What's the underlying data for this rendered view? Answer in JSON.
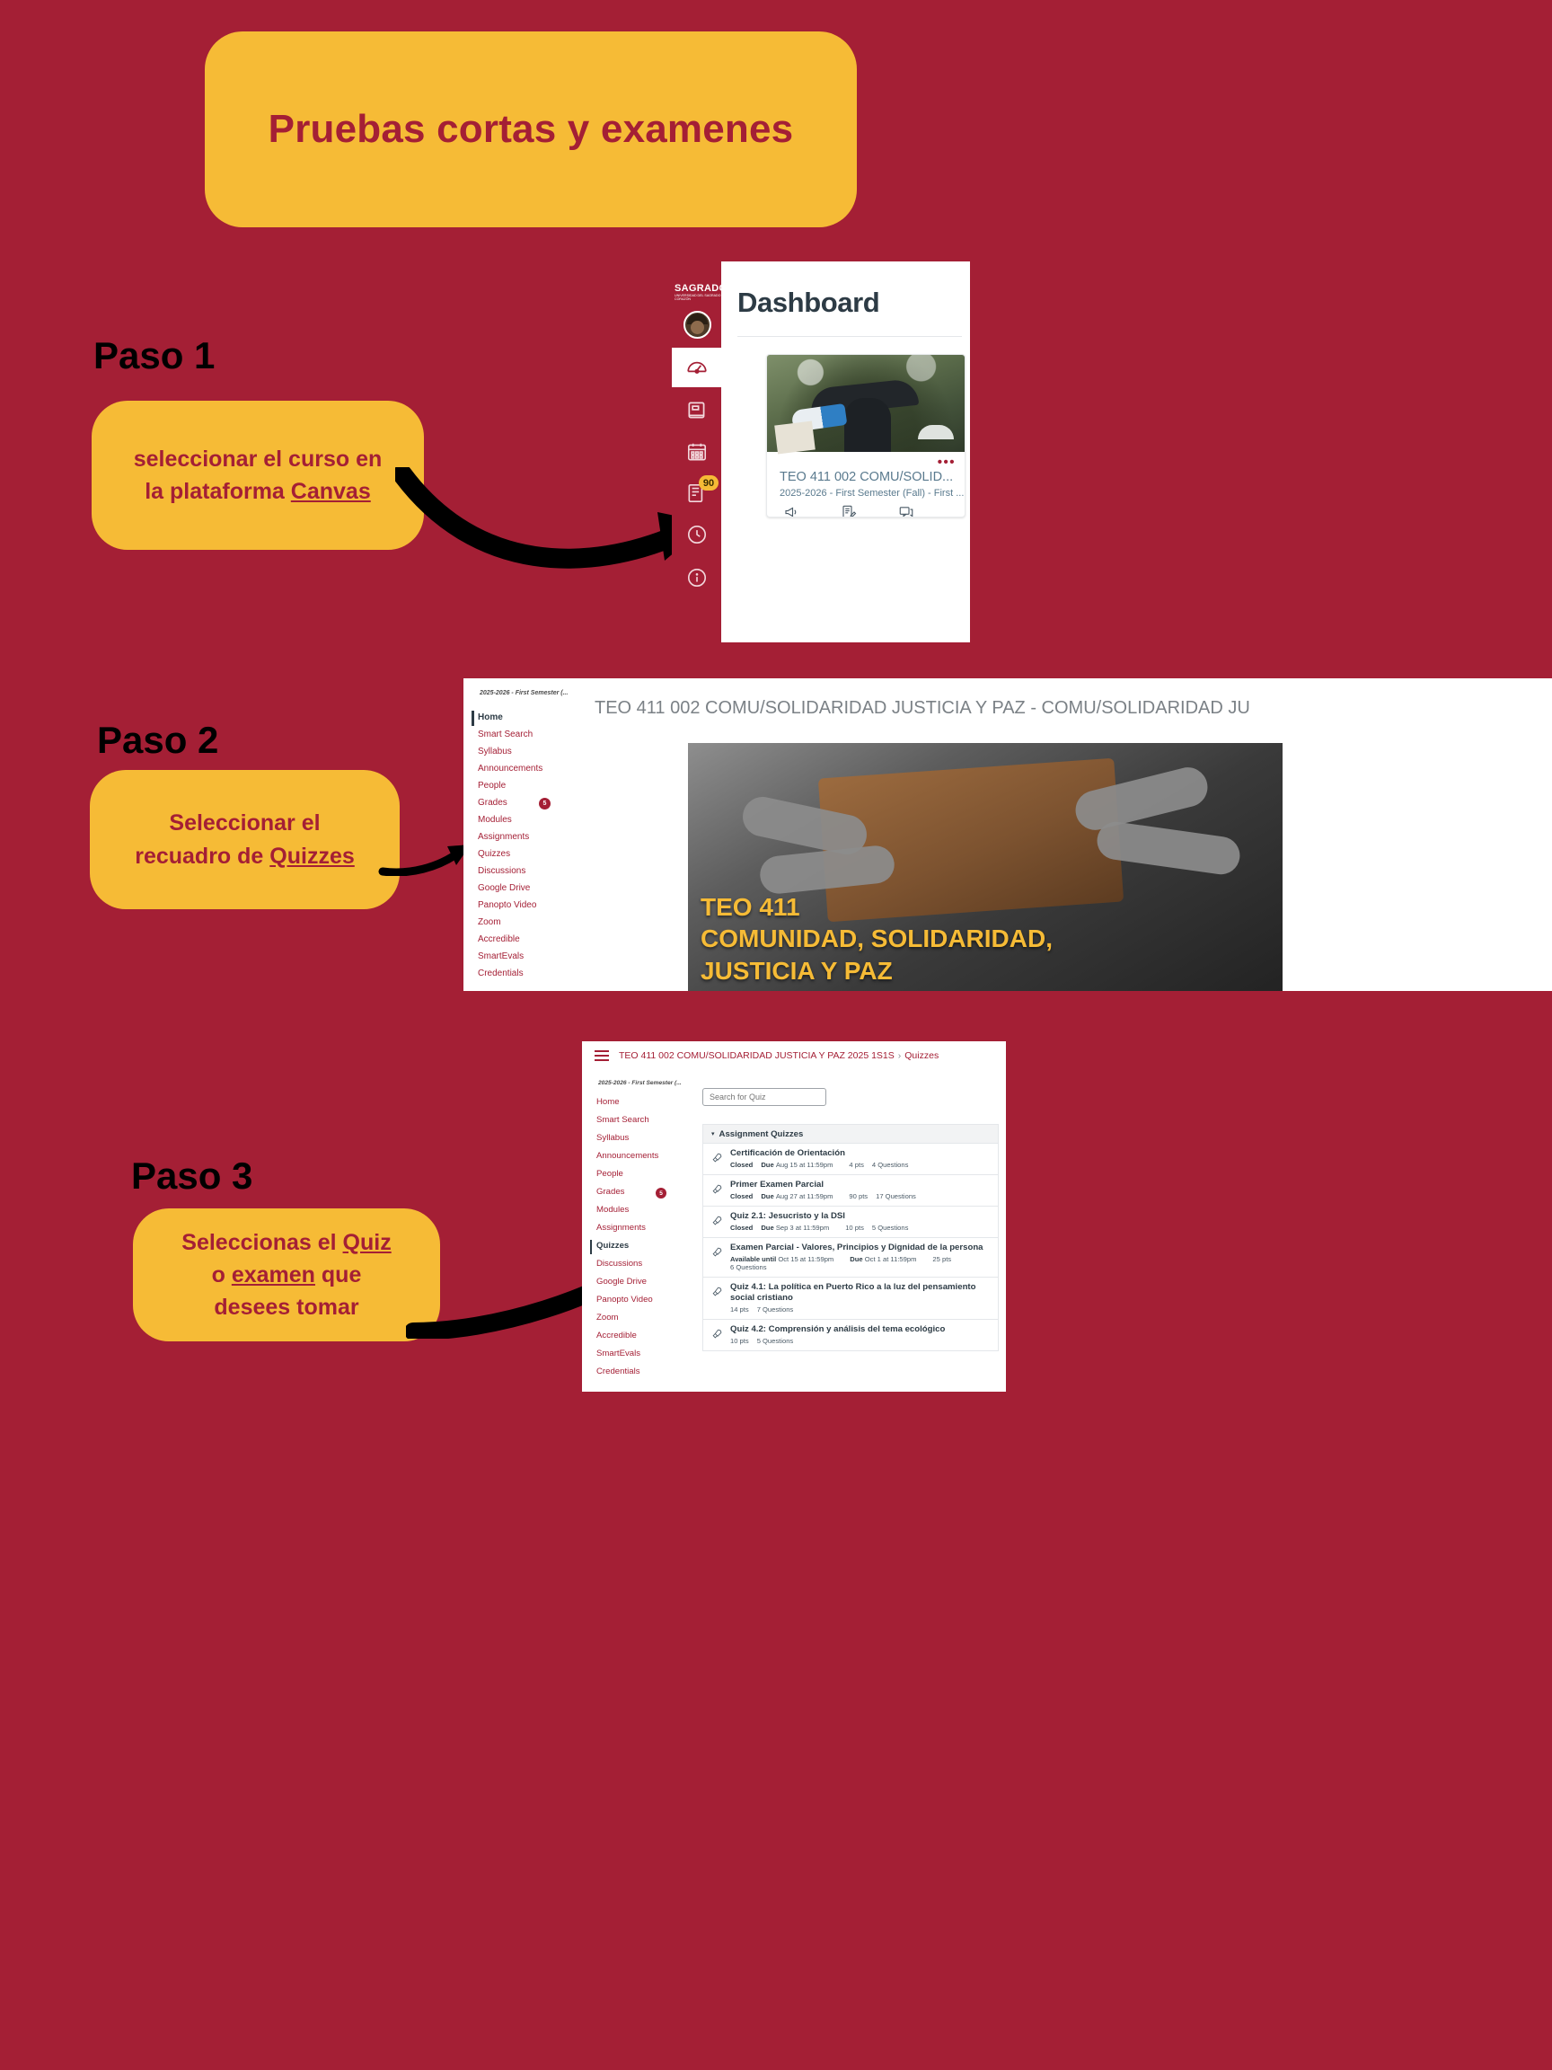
{
  "page": {
    "title": "Pruebas cortas y examenes",
    "bg_color": "#a41f35",
    "accent_color": "#f6bb36"
  },
  "steps": [
    {
      "heading": "Paso 1",
      "callout_line1": "seleccionar el curso en",
      "callout_line2_pre": "la plataforma ",
      "callout_line2_link": "Canvas"
    },
    {
      "heading": "Paso 2",
      "callout_line1": "Seleccionar el",
      "callout_line2_pre": "recuadro de ",
      "callout_line2_link": "Quizzes"
    },
    {
      "heading": "Paso 3",
      "callout_line1_pre": "Seleccionas el ",
      "callout_line1_link": "Quiz",
      "callout_line2_pre": "o ",
      "callout_line2_link": "examen",
      "callout_line2_post": " que",
      "callout_line3": "desees tomar"
    }
  ],
  "step1": {
    "brand": "SAGRADO",
    "brand_sub": "UNIVERSIDAD DEL SAGRADO CORAZÓN",
    "dashboard_title": "Dashboard",
    "nav_icons": [
      "account-avatar-icon",
      "dashboard-gauge-icon",
      "courses-book-icon",
      "calendar-icon",
      "inbox-icon",
      "history-clock-icon",
      "help-icon"
    ],
    "inbox_badge": "90",
    "card": {
      "title": "TEO 411 002 COMU/SOLID...",
      "term": "2025-2026 - First Semester (Fall) - First ...",
      "menu": "•••",
      "action_icons": [
        "announcements-icon",
        "assignments-icon",
        "discussions-icon"
      ]
    }
  },
  "step2": {
    "term_label": "2025-2026 - First Semester (...",
    "course_title": "TEO 411 002 COMU/SOLIDARIDAD JUSTICIA Y PAZ - COMU/SOLIDARIDAD JU",
    "hero_line1": "TEO 411",
    "hero_line2": "COMUNIDAD, SOLIDARIDAD,",
    "hero_line3": "JUSTICIA Y PAZ",
    "nav": [
      {
        "label": "Home",
        "active": true,
        "badge": null
      },
      {
        "label": "Smart Search",
        "active": false,
        "badge": null
      },
      {
        "label": "Syllabus",
        "active": false,
        "badge": null
      },
      {
        "label": "Announcements",
        "active": false,
        "badge": null
      },
      {
        "label": "People",
        "active": false,
        "badge": null
      },
      {
        "label": "Grades",
        "active": false,
        "badge": "5"
      },
      {
        "label": "Modules",
        "active": false,
        "badge": null
      },
      {
        "label": "Assignments",
        "active": false,
        "badge": null
      },
      {
        "label": "Quizzes",
        "active": false,
        "badge": null
      },
      {
        "label": "Discussions",
        "active": false,
        "badge": null
      },
      {
        "label": "Google Drive",
        "active": false,
        "badge": null
      },
      {
        "label": "Panopto Video",
        "active": false,
        "badge": null
      },
      {
        "label": "Zoom",
        "active": false,
        "badge": null
      },
      {
        "label": "Accredible",
        "active": false,
        "badge": null
      },
      {
        "label": "SmartEvals",
        "active": false,
        "badge": null
      },
      {
        "label": "Credentials",
        "active": false,
        "badge": null
      }
    ]
  },
  "step3": {
    "breadcrumb_course": "TEO 411 002 COMU/SOLIDARIDAD JUSTICIA Y PAZ 2025 1S1S",
    "breadcrumb_sep": "›",
    "breadcrumb_page": "Quizzes",
    "term_label": "2025-2026 - First Semester (...",
    "search_placeholder": "Search for Quiz",
    "group_label": "Assignment Quizzes",
    "group_caret": "▾",
    "nav": [
      {
        "label": "Home",
        "active": false,
        "badge": null
      },
      {
        "label": "Smart Search",
        "active": false,
        "badge": null
      },
      {
        "label": "Syllabus",
        "active": false,
        "badge": null
      },
      {
        "label": "Announcements",
        "active": false,
        "badge": null
      },
      {
        "label": "People",
        "active": false,
        "badge": null
      },
      {
        "label": "Grades",
        "active": false,
        "badge": "5"
      },
      {
        "label": "Modules",
        "active": false,
        "badge": null
      },
      {
        "label": "Assignments",
        "active": false,
        "badge": null
      },
      {
        "label": "Quizzes",
        "active": true,
        "badge": null
      },
      {
        "label": "Discussions",
        "active": false,
        "badge": null
      },
      {
        "label": "Google Drive",
        "active": false,
        "badge": null
      },
      {
        "label": "Panopto Video",
        "active": false,
        "badge": null
      },
      {
        "label": "Zoom",
        "active": false,
        "badge": null
      },
      {
        "label": "Accredible",
        "active": false,
        "badge": null
      },
      {
        "label": "SmartEvals",
        "active": false,
        "badge": null
      },
      {
        "label": "Credentials",
        "active": false,
        "badge": null
      }
    ],
    "quizzes": [
      {
        "title": "Certificación de Orientación",
        "status": "Closed",
        "due_label": "Due",
        "due_value": "Aug 15 at 11:59pm",
        "available_label": null,
        "available_value": null,
        "points": "4 pts",
        "questions": "4 Questions"
      },
      {
        "title": "Primer Examen Parcial",
        "status": "Closed",
        "due_label": "Due",
        "due_value": "Aug 27 at 11:59pm",
        "available_label": null,
        "available_value": null,
        "points": "90 pts",
        "questions": "17 Questions"
      },
      {
        "title": "Quiz 2.1: Jesucristo y la DSI",
        "status": "Closed",
        "due_label": "Due",
        "due_value": "Sep 3 at 11:59pm",
        "available_label": null,
        "available_value": null,
        "points": "10 pts",
        "questions": "5 Questions"
      },
      {
        "title": "Examen Parcial - Valores, Principios y Dignidad de la persona",
        "status": null,
        "due_label": "Due",
        "due_value": "Oct 1 at 11:59pm",
        "available_label": "Available until",
        "available_value": "Oct 15 at 11:59pm",
        "points": "25 pts",
        "questions": "6 Questions"
      },
      {
        "title": "Quiz 4.1: La política en Puerto Rico a la luz del pensamiento social cristiano",
        "status": null,
        "due_label": null,
        "due_value": null,
        "available_label": null,
        "available_value": null,
        "points": "14 pts",
        "questions": "7 Questions"
      },
      {
        "title": "Quiz 4.2: Comprensión y análisis del tema ecológico",
        "status": null,
        "due_label": null,
        "due_value": null,
        "available_label": null,
        "available_value": null,
        "points": "10 pts",
        "questions": "5 Questions"
      }
    ]
  }
}
